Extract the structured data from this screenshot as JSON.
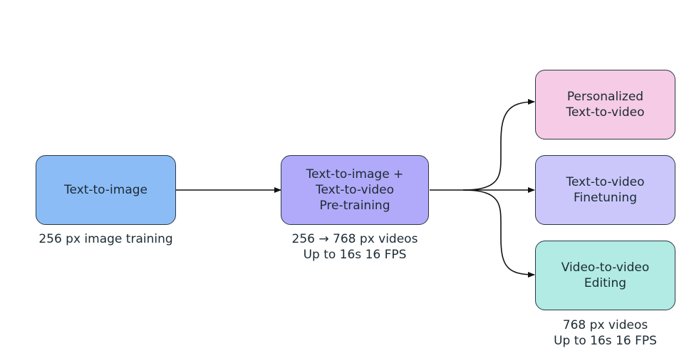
{
  "nodes": {
    "text_to_image": {
      "label": "Text-to-image",
      "color": "#8bbcf6"
    },
    "pretraining": {
      "label": "Text-to-image +\nText-to-video\nPre-training",
      "color": "#b1a9f9"
    },
    "personalized": {
      "label": "Personalized\nText-to-video",
      "color": "#f5cbe5"
    },
    "finetuning": {
      "label": "Text-to-video\nFinetuning",
      "color": "#cbc7fb"
    },
    "editing": {
      "label": "Video-to-video\nEditing",
      "color": "#b1ebe3"
    }
  },
  "captions": {
    "text_to_image": "256 px image training",
    "pretraining": "256 → 768 px videos\nUp to 16s 16 FPS",
    "editing": "768 px videos\nUp to 16s 16 FPS"
  },
  "edge_color": "#111111"
}
